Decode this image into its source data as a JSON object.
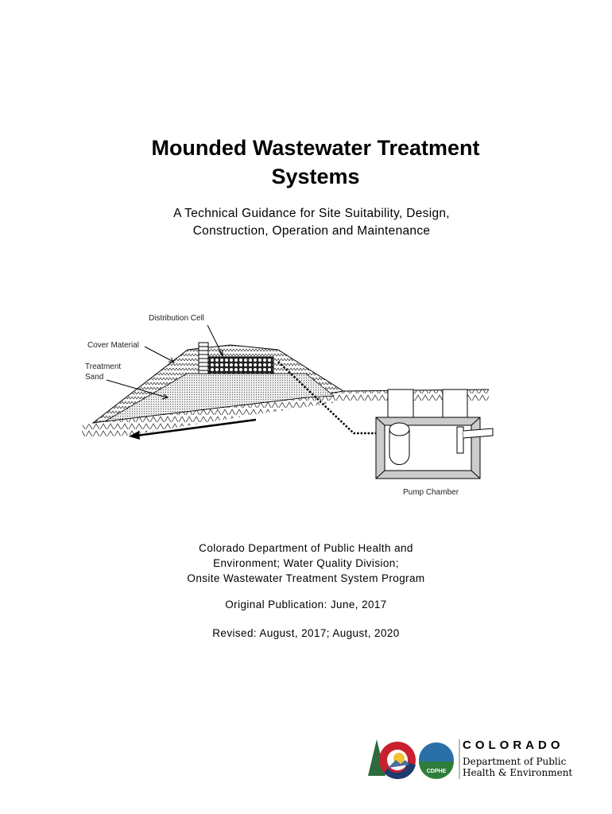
{
  "document": {
    "title_line1": "Mounded Wastewater Treatment",
    "title_line2": "Systems",
    "subtitle_line1": "A Technical Guidance for Site Suitability, Design,",
    "subtitle_line2": "Construction, Operation and Maintenance"
  },
  "diagram": {
    "labels": {
      "distribution_cell": "Distribution Cell",
      "cover_material": "Cover Material",
      "treatment_line1": "Treatment",
      "treatment_line2": "Sand",
      "pump_chamber": "Pump Chamber"
    }
  },
  "publisher": {
    "line1": "Colorado Department of Public Health and",
    "line2": "Environment; Water Quality Division;",
    "line3": "Onsite Wastewater Treatment System Program"
  },
  "publication": {
    "original": "Original Publication: June, 2017",
    "revised": "Revised: August, 2017; August, 2020"
  },
  "logo": {
    "name": "COLORADO",
    "sub_line1": "Department of Public",
    "sub_line2": "Health & Environment",
    "seal_text": "CDPHE"
  }
}
